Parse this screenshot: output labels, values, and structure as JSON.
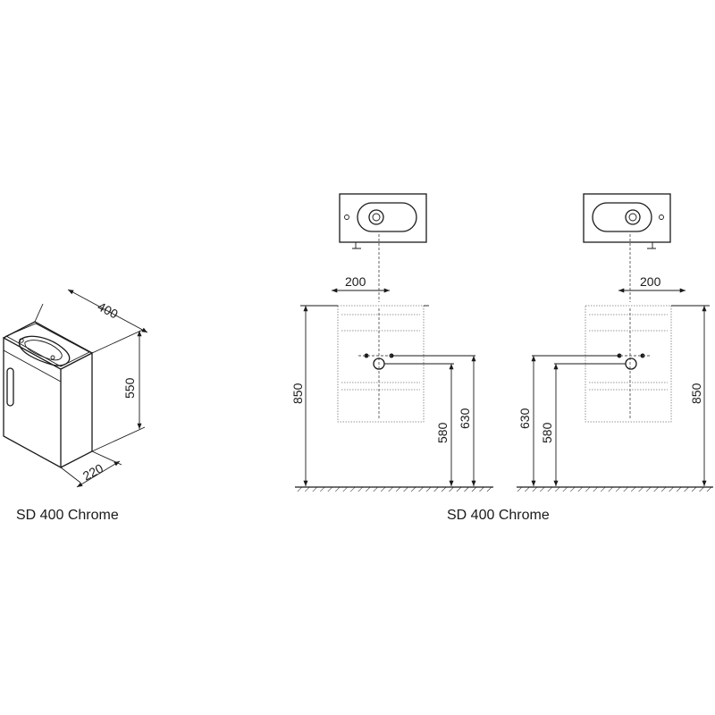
{
  "captions": {
    "left": "SD 400 Chrome",
    "right": "SD 400 Chrome"
  },
  "iso": {
    "width": "400",
    "height": "550",
    "depth": "220"
  },
  "front_left": {
    "offset": "200",
    "total_height": "850",
    "drain_height": "580",
    "supply_height": "630"
  },
  "front_right": {
    "offset": "200",
    "total_height": "850",
    "drain_height": "580",
    "supply_height": "630"
  },
  "colors": {
    "line": "#1a1a1a",
    "background": "#ffffff"
  }
}
